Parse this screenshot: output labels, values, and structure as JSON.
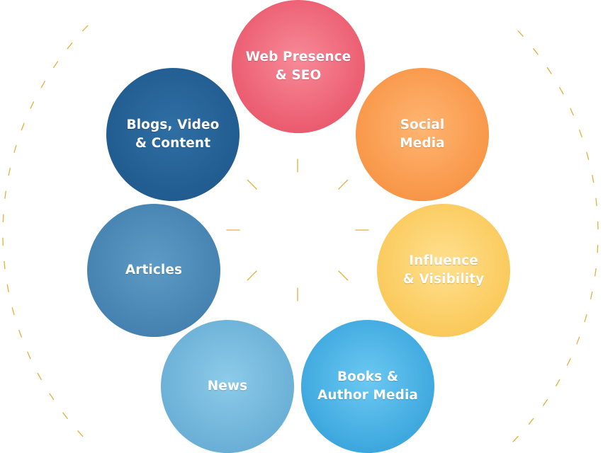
{
  "diagram": {
    "nodes": [
      {
        "id": "web",
        "lines": [
          "Web Presence",
          "& SEO"
        ],
        "color_center": "#f78a98",
        "color_edge": "#e6495f"
      },
      {
        "id": "social",
        "lines": [
          "Social",
          "Media"
        ],
        "color_center": "#ffb572",
        "color_edge": "#f58a37"
      },
      {
        "id": "influ",
        "lines": [
          "Influence",
          "& Visibility"
        ],
        "color_center": "#ffe090",
        "color_edge": "#f8c045"
      },
      {
        "id": "books",
        "lines": [
          "Books &",
          "Author Media"
        ],
        "color_center": "#6cc9f2",
        "color_edge": "#2a9ad6"
      },
      {
        "id": "news",
        "lines": [
          "News"
        ],
        "color_center": "#8ccbe9",
        "color_edge": "#5da4cf"
      },
      {
        "id": "arts",
        "lines": [
          "Articles"
        ],
        "color_center": "#5d9bc6",
        "color_edge": "#3d78a8"
      },
      {
        "id": "blogs",
        "lines": [
          "Blogs, Video",
          "& Content"
        ],
        "color_center": "#2f6fa4",
        "color_edge": "#1c5487"
      }
    ],
    "accent_color": "#e2b03a"
  }
}
